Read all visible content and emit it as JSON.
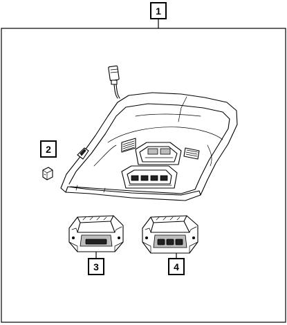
{
  "callouts": {
    "c1": "1",
    "c2": "2",
    "c3": "3",
    "c4": "4"
  },
  "colors": {
    "line": "#000000",
    "background": "#ffffff",
    "dark_fill": "#222222",
    "mid_fill": "#bdbdbd"
  }
}
